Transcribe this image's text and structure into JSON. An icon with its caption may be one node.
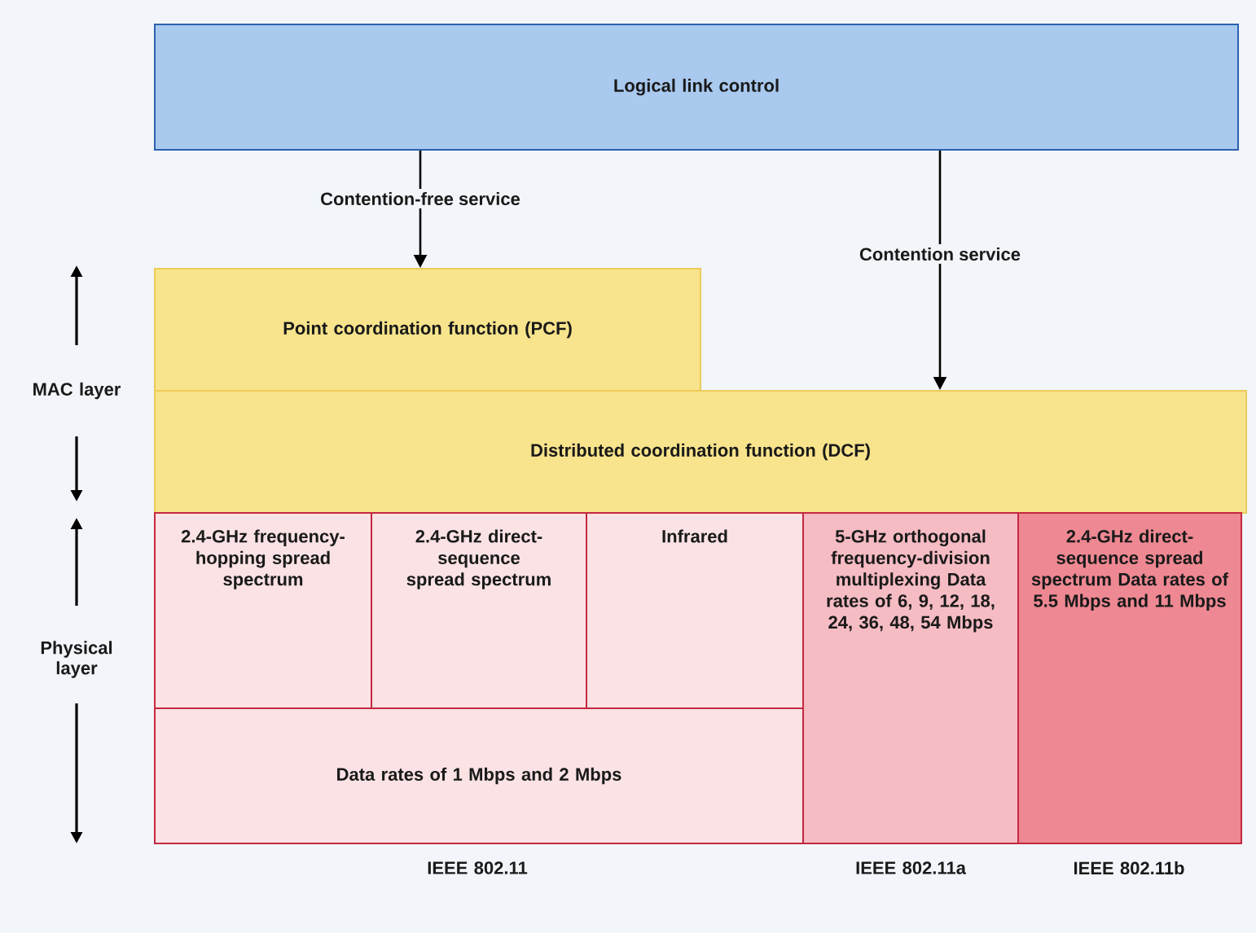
{
  "diagram": {
    "nodes": [
      {
        "text": [
          "Logical link control"
        ]
      },
      {
        "text": [
          "Point coordination function (PCF)"
        ]
      },
      {
        "text": [
          "Distributed coordination function (DCF)"
        ]
      },
      {
        "text": [
          "2.4-GHz frequency-hopping spread spectrum"
        ]
      },
      {
        "text": [
          "2.4-GHz direct-sequence spread spectrum"
        ]
      },
      {
        "text": [
          "Infrared"
        ]
      },
      {
        "text": [
          "5-GHz orthogonal frequency-division multiplexing Data rates of 6, 9, 12, 18, 24, 36, 48, 54 Mbps"
        ]
      },
      {
        "text": [
          "2.4-GHz direct-sequence spread spectrum Data rates of 5.5 Mbps and 11 Mbps"
        ]
      },
      {
        "text": [
          "Data rates of 1 Mbps and 2 Mbps"
        ]
      }
    ],
    "edges": [
      {
        "from": 0,
        "to": 1,
        "arrow": "to",
        "label": "Contention-free service"
      },
      {
        "from": 0,
        "to": 2,
        "arrow": "to",
        "label": "Contention service"
      }
    ],
    "labels": [
      "MAC layer",
      "Physical layer",
      "IEEE 802.11",
      "IEEE 802.11a",
      "IEEE 802.11b"
    ]
  }
}
